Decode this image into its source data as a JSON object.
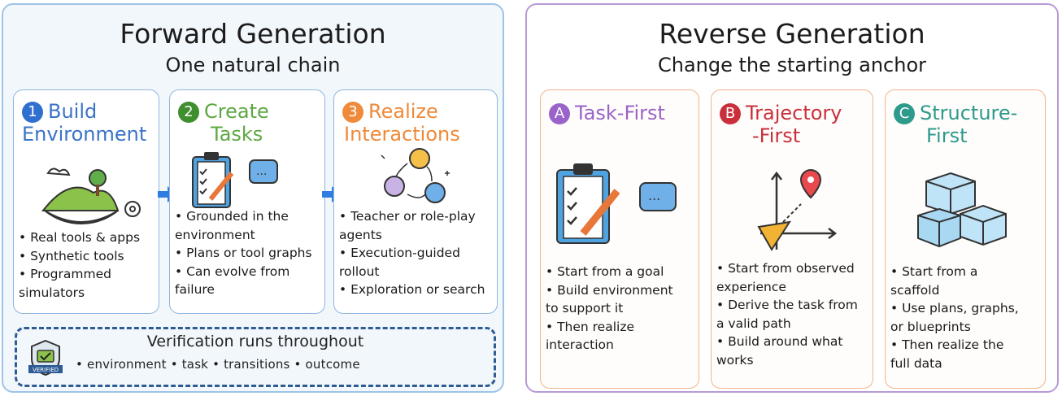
{
  "forward": {
    "title": "Forward Generation",
    "subtitle": "One natural chain",
    "cards": [
      {
        "num": "1",
        "line1": "Build",
        "line2": "Environment",
        "color": "#3b73c8",
        "bullets": [
          "• Real tools & apps",
          "• Synthetic tools",
          "• Programmed",
          "simulators"
        ]
      },
      {
        "num": "2",
        "line1": "Create",
        "line2": "Tasks",
        "color": "#5da842",
        "bullets": [
          "• Grounded in the",
          "environment",
          "• Plans or tool graphs",
          "• Can evolve from",
          "failure"
        ]
      },
      {
        "num": "3",
        "line1": "Realize",
        "line2": "Interactions",
        "color": "#ee8a3a",
        "bullets": [
          "• Teacher or role-play",
          "agents",
          "• Execution-guided",
          "rollout",
          "• Exploration or search"
        ]
      }
    ],
    "verification": {
      "title": "Verification runs throughout",
      "items": "•  environment  •  task  •  transitions  •  outcome",
      "badge_text": "VERIFIED"
    }
  },
  "reverse": {
    "title": "Reverse Generation",
    "subtitle": "Change the starting anchor",
    "cards": [
      {
        "letter": "A",
        "line1": "Task-First",
        "line2": "",
        "color": "#9a63c9",
        "bullets": [
          "• Start from a goal",
          "• Build environment",
          "to support it",
          "• Then realize",
          "interaction"
        ]
      },
      {
        "letter": "B",
        "line1": "Trajectory",
        "line2": "-First",
        "color": "#c9303c",
        "bullets": [
          "• Start from observed",
          "experience",
          "• Derive the task from",
          "a valid path",
          "• Build around what",
          "works"
        ]
      },
      {
        "letter": "C",
        "line1": "Structure-",
        "line2": "First",
        "color": "#2e9a8c",
        "bullets": [
          "• Start from a",
          "scaffold",
          "• Use plans, graphs,",
          "or blueprints",
          "• Then realize the",
          "full data"
        ]
      }
    ]
  },
  "colors": {
    "forward_border": "#9ec3e8",
    "reverse_border": "#b79ad8",
    "arrow": "#2f7de0",
    "verif_border": "#2d5b93"
  }
}
